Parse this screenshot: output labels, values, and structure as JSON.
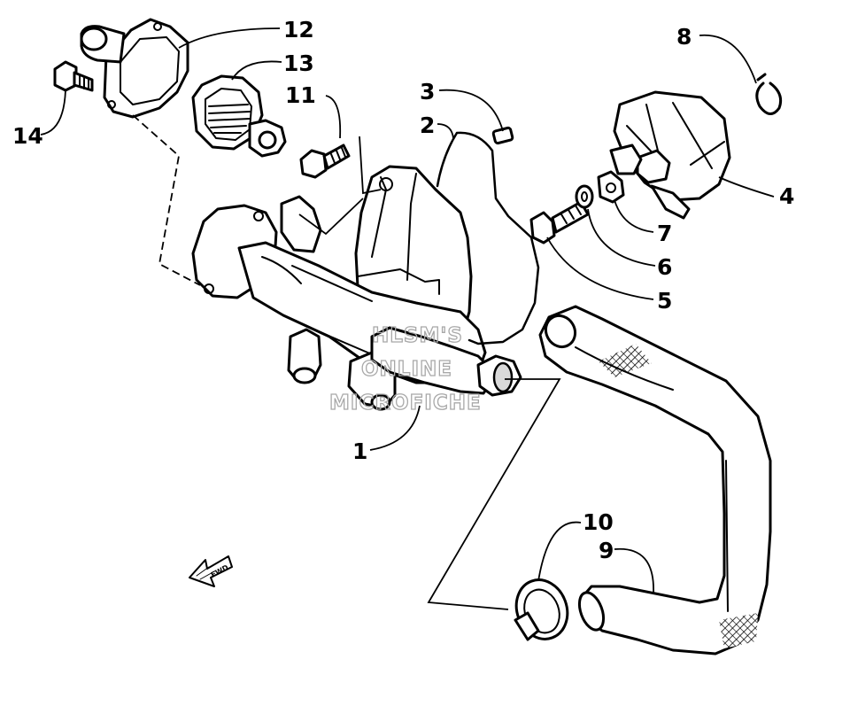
{
  "labels": {
    "p1": "1",
    "p2": "2",
    "p3": "3",
    "p4": "4",
    "p5": "5",
    "p6": "6",
    "p7": "7",
    "p8": "8",
    "p9": "9",
    "p10": "10",
    "p11": "11",
    "p12": "12",
    "p13": "13",
    "p14": "14"
  },
  "watermark": {
    "line1": "HLSM'S",
    "line2": "ONLINE",
    "line3": "MICROFICHE"
  },
  "fwd_arrow": {
    "text": "FWD"
  }
}
